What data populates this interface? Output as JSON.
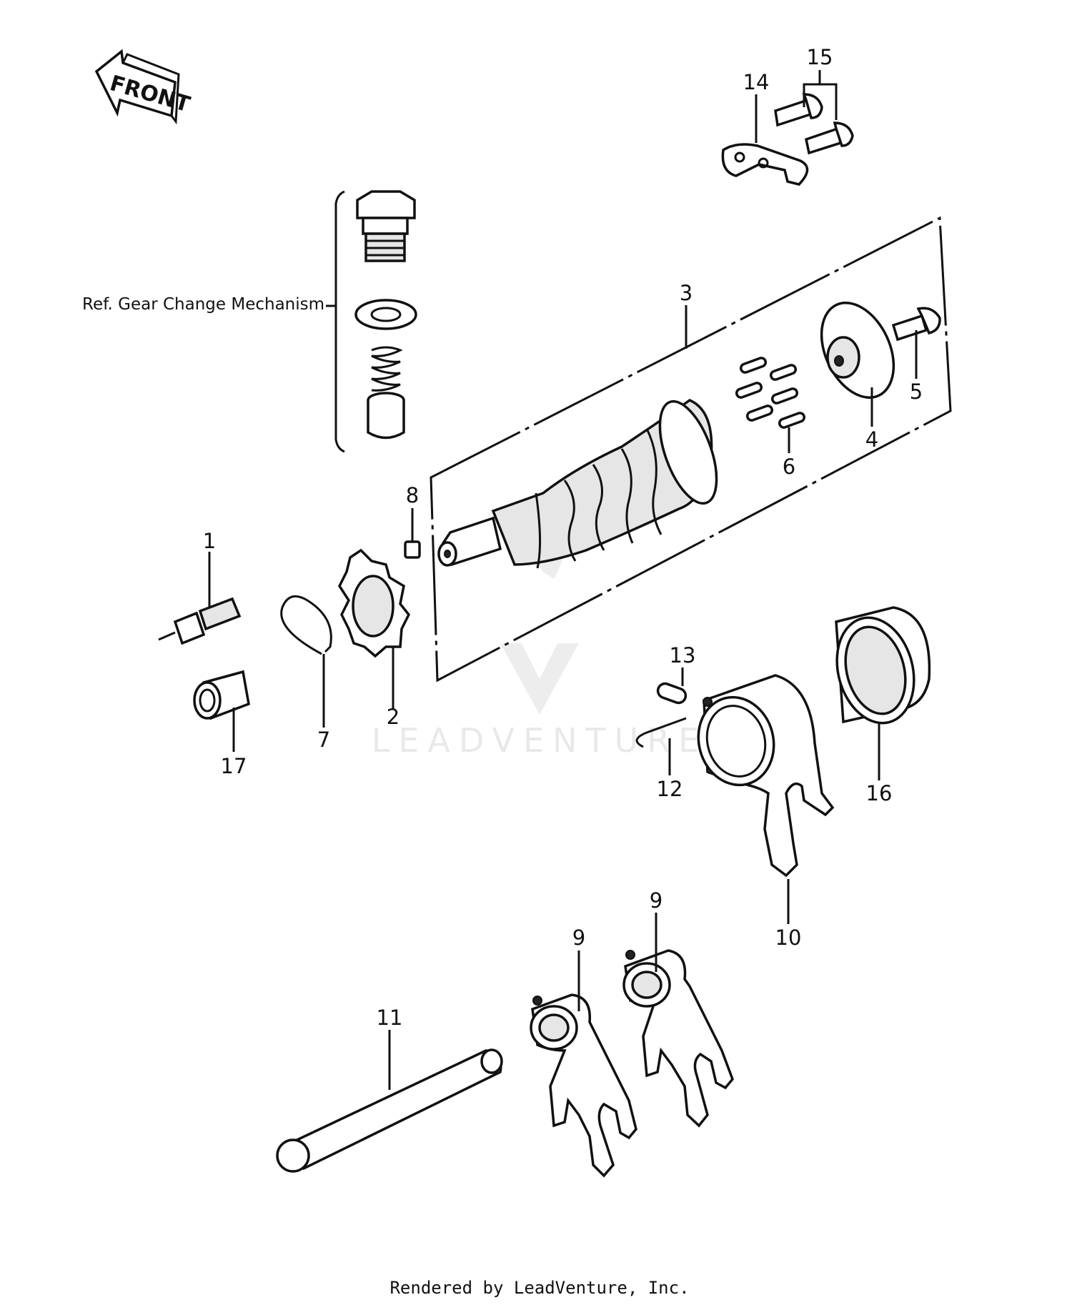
{
  "orientation": {
    "label": "FRONT"
  },
  "reference_note": "Ref. Gear Change Mechanism",
  "watermark": "LEADVENTURE",
  "footer": "Rendered by LeadVenture, Inc.",
  "callouts": [
    {
      "id": "c1",
      "label": "1"
    },
    {
      "id": "c2",
      "label": "2"
    },
    {
      "id": "c3",
      "label": "3"
    },
    {
      "id": "c4",
      "label": "4"
    },
    {
      "id": "c5",
      "label": "5"
    },
    {
      "id": "c6",
      "label": "6"
    },
    {
      "id": "c7",
      "label": "7"
    },
    {
      "id": "c8",
      "label": "8"
    },
    {
      "id": "c9a",
      "label": "9"
    },
    {
      "id": "c9b",
      "label": "9"
    },
    {
      "id": "c10",
      "label": "10"
    },
    {
      "id": "c11",
      "label": "11"
    },
    {
      "id": "c12",
      "label": "12"
    },
    {
      "id": "c13",
      "label": "13"
    },
    {
      "id": "c14",
      "label": "14"
    },
    {
      "id": "c15",
      "label": "15"
    },
    {
      "id": "c16",
      "label": "16"
    },
    {
      "id": "c17",
      "label": "17"
    }
  ]
}
